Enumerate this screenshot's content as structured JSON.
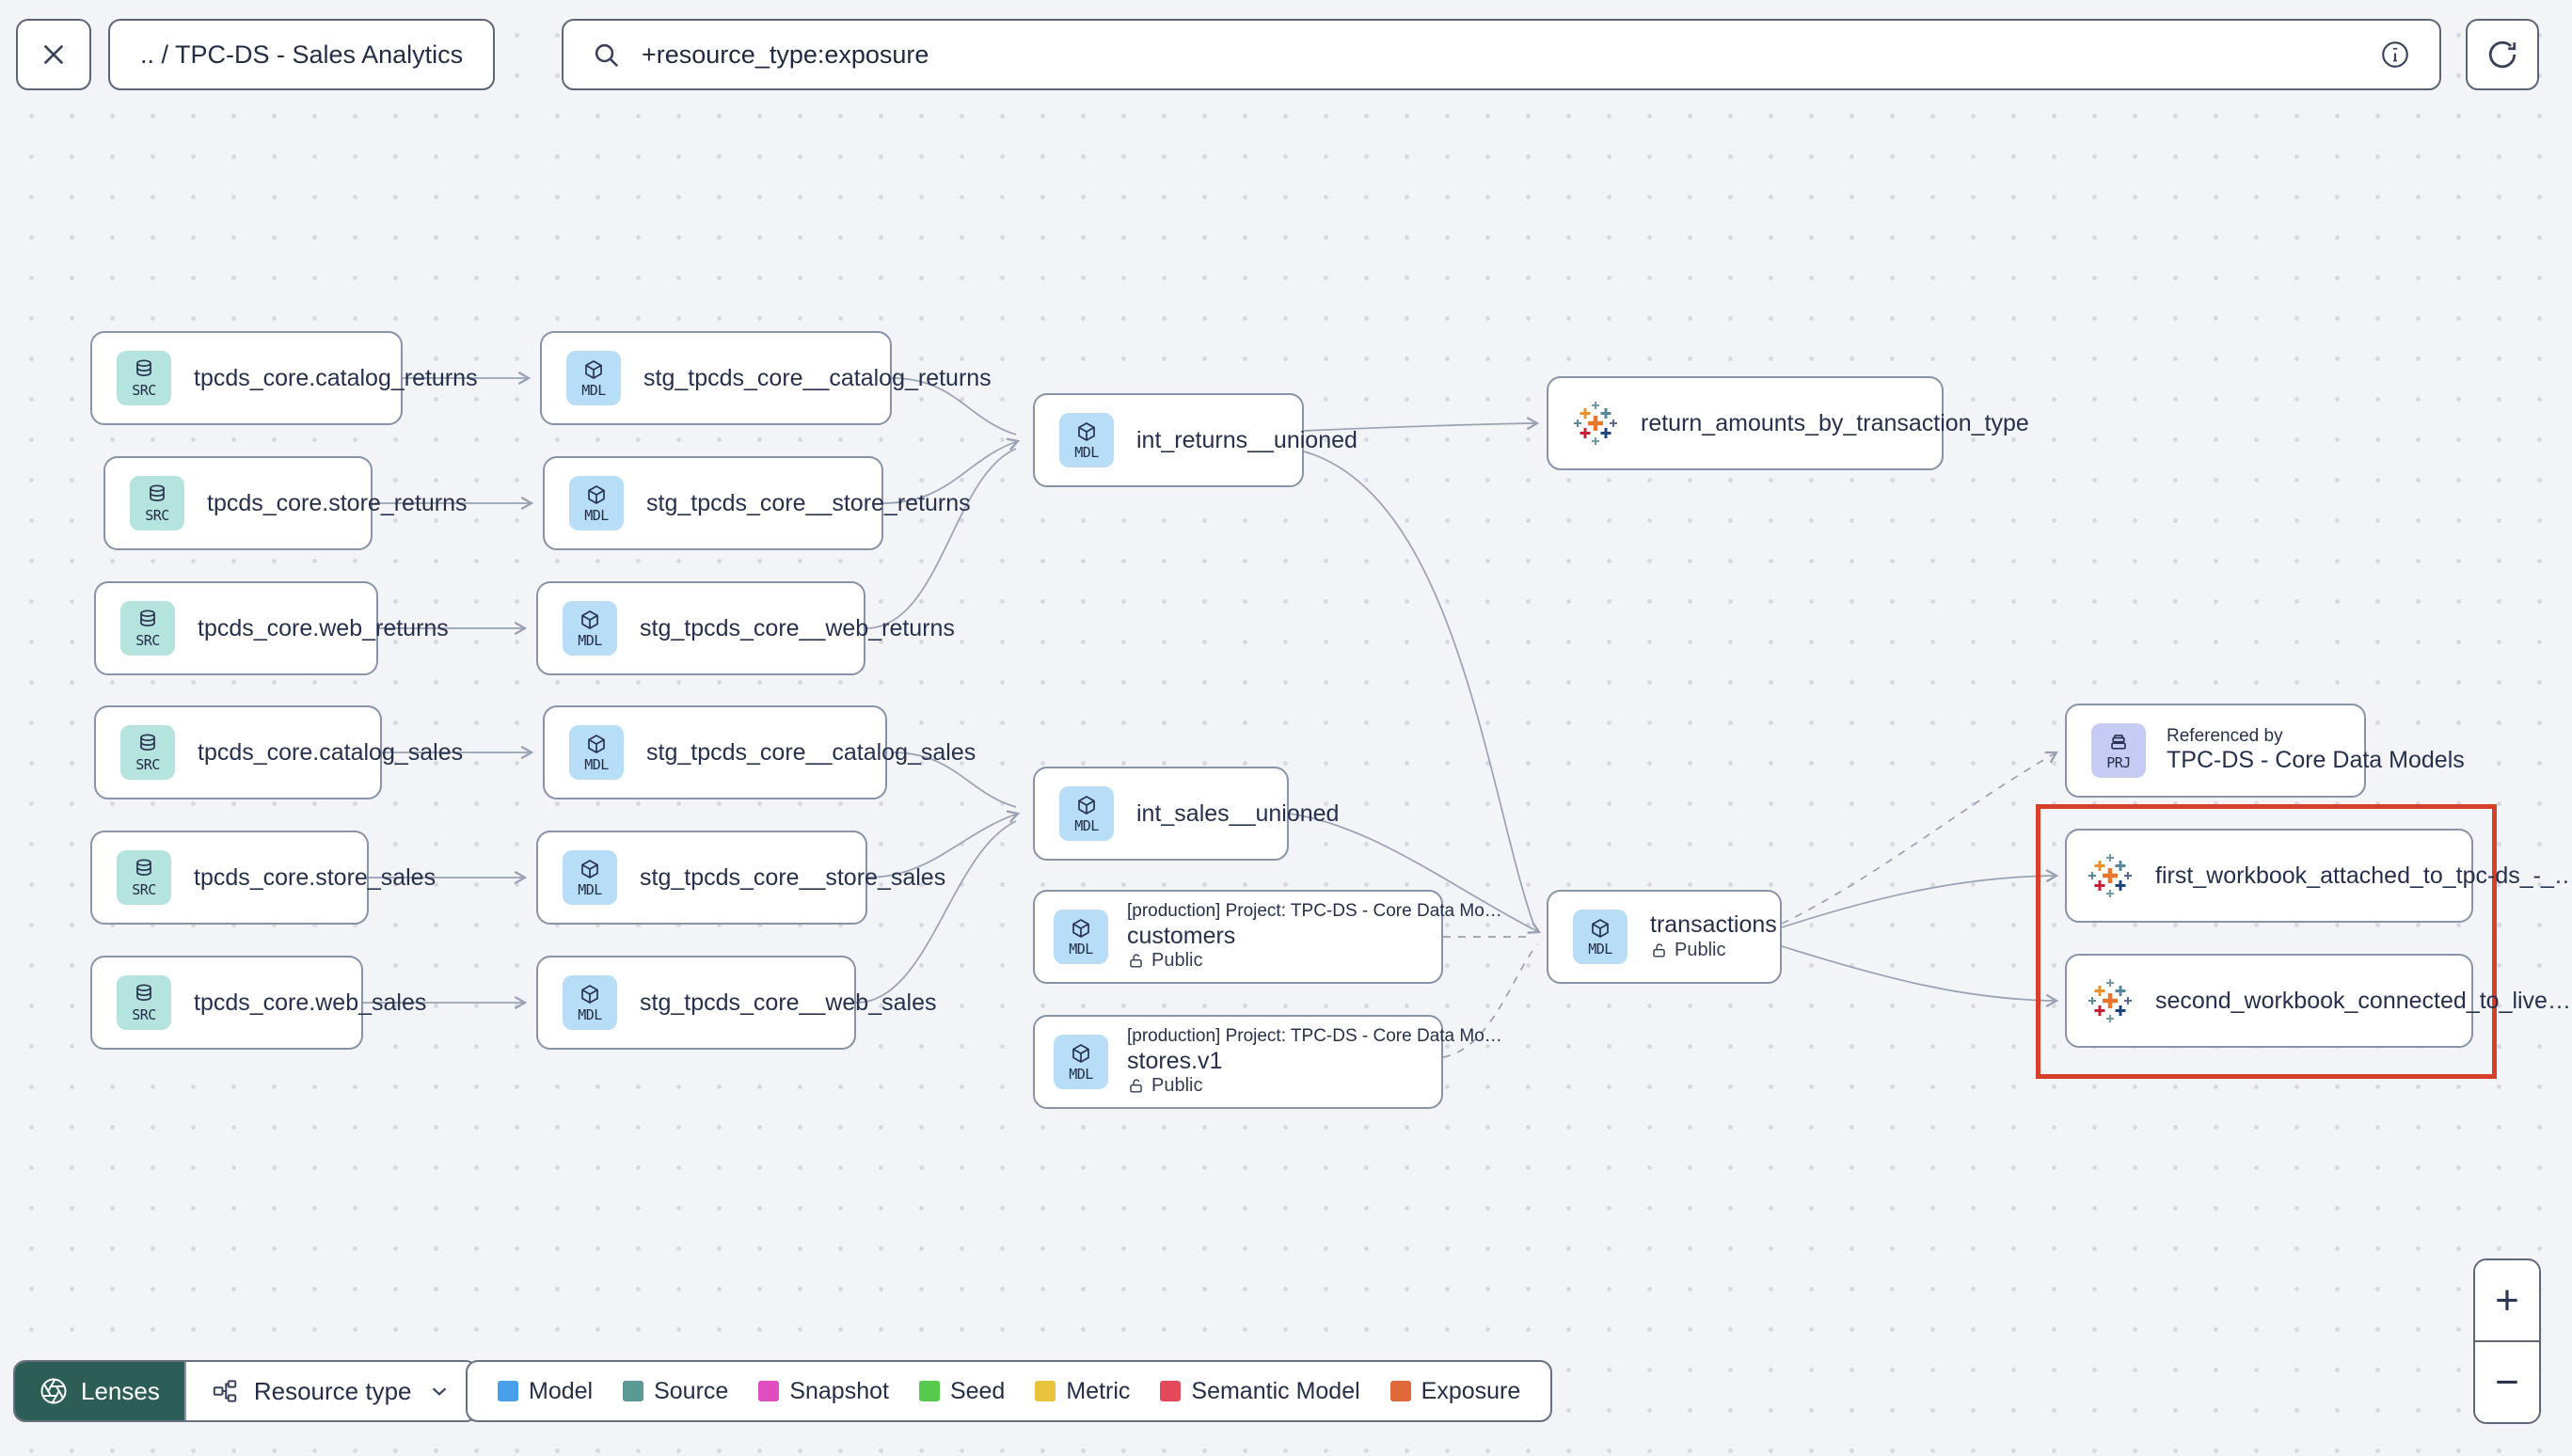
{
  "topbar": {
    "breadcrumb": ".. / TPC-DS - Sales Analytics",
    "search_value": "+resource_type:exposure"
  },
  "nodes": {
    "src_catalog_returns": {
      "badge": "SRC",
      "label": "tpcds_core.catalog_returns"
    },
    "src_store_returns": {
      "badge": "SRC",
      "label": "tpcds_core.store_returns"
    },
    "src_web_returns": {
      "badge": "SRC",
      "label": "tpcds_core.web_returns"
    },
    "src_catalog_sales": {
      "badge": "SRC",
      "label": "tpcds_core.catalog_sales"
    },
    "src_store_sales": {
      "badge": "SRC",
      "label": "tpcds_core.store_sales"
    },
    "src_web_sales": {
      "badge": "SRC",
      "label": "tpcds_core.web_sales"
    },
    "stg_catalog_returns": {
      "badge": "MDL",
      "label": "stg_tpcds_core__catalog_returns"
    },
    "stg_store_returns": {
      "badge": "MDL",
      "label": "stg_tpcds_core__store_returns"
    },
    "stg_web_returns": {
      "badge": "MDL",
      "label": "stg_tpcds_core__web_returns"
    },
    "stg_catalog_sales": {
      "badge": "MDL",
      "label": "stg_tpcds_core__catalog_sales"
    },
    "stg_store_sales": {
      "badge": "MDL",
      "label": "stg_tpcds_core__store_sales"
    },
    "stg_web_sales": {
      "badge": "MDL",
      "label": "stg_tpcds_core__web_sales"
    },
    "int_returns": {
      "badge": "MDL",
      "label": "int_returns__unioned"
    },
    "int_sales": {
      "badge": "MDL",
      "label": "int_sales__unioned"
    },
    "customers": {
      "badge": "MDL",
      "project": "[production] Project: TPC-DS - Core Data Mo…",
      "label": "customers",
      "access": "Public"
    },
    "stores": {
      "badge": "MDL",
      "project": "[production] Project: TPC-DS - Core Data Mo…",
      "label": "stores.v1",
      "access": "Public"
    },
    "transactions": {
      "badge": "MDL",
      "label": "transactions",
      "access": "Public"
    },
    "exposure_returns": {
      "label": "return_amounts_by_transaction_type"
    },
    "referenced_by": {
      "badge": "PRJ",
      "title": "Referenced by",
      "label": "TPC-DS - Core Data Models"
    },
    "workbook_first": {
      "label": "first_workbook_attached_to_tpc-ds_-_…"
    },
    "workbook_second": {
      "label": "second_workbook_connected_to_live…"
    }
  },
  "legend": {
    "items": [
      {
        "label": "Model",
        "color": "#4AA0E8"
      },
      {
        "label": "Source",
        "color": "#5B9A94"
      },
      {
        "label": "Snapshot",
        "color": "#DF4EC0"
      },
      {
        "label": "Seed",
        "color": "#55C94B"
      },
      {
        "label": "Metric",
        "color": "#E9C33C"
      },
      {
        "label": "Semantic Model",
        "color": "#E4495B"
      },
      {
        "label": "Exposure",
        "color": "#E0693B"
      }
    ]
  },
  "controls": {
    "lenses_label": "Lenses",
    "resource_type_label": "Resource type",
    "zoom_in": "+",
    "zoom_out": "−"
  }
}
